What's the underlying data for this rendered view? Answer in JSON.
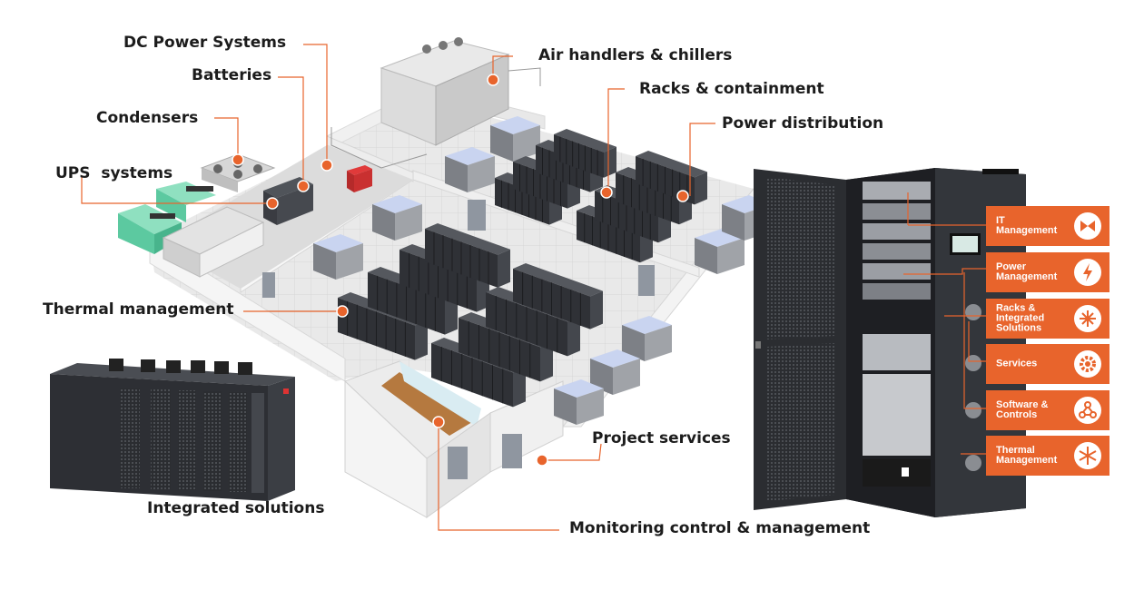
{
  "labels": {
    "dc_power": "DC Power Systems",
    "batteries": "Batteries",
    "condensers": "Condensers",
    "ups": "UPS  systems",
    "air_handlers": "Air handlers & chillers",
    "racks": "Racks & containment",
    "power_distribution": "Power distribution",
    "thermal": "Thermal management",
    "project_services": "Project services",
    "integrated": "Integrated solutions",
    "monitoring": "Monitoring control & management"
  },
  "tiles": [
    {
      "text": "IT\nManagement",
      "icon": "bowtie-icon"
    },
    {
      "text": "Power\nManagement",
      "icon": "lightning-icon"
    },
    {
      "text": "Racks &\nIntegrated\nSolutions",
      "icon": "snowflake-cross-icon"
    },
    {
      "text": "Services",
      "icon": "gear-icon"
    },
    {
      "text": "Software &\nControls",
      "icon": "network-icon"
    },
    {
      "text": "Thermal\nManagement",
      "icon": "snowflake-icon"
    }
  ],
  "colors": {
    "accent": "#e8642c",
    "floor": "#e6e6e6",
    "wall": "#f2f2f2",
    "rack": "#3a3c42"
  }
}
